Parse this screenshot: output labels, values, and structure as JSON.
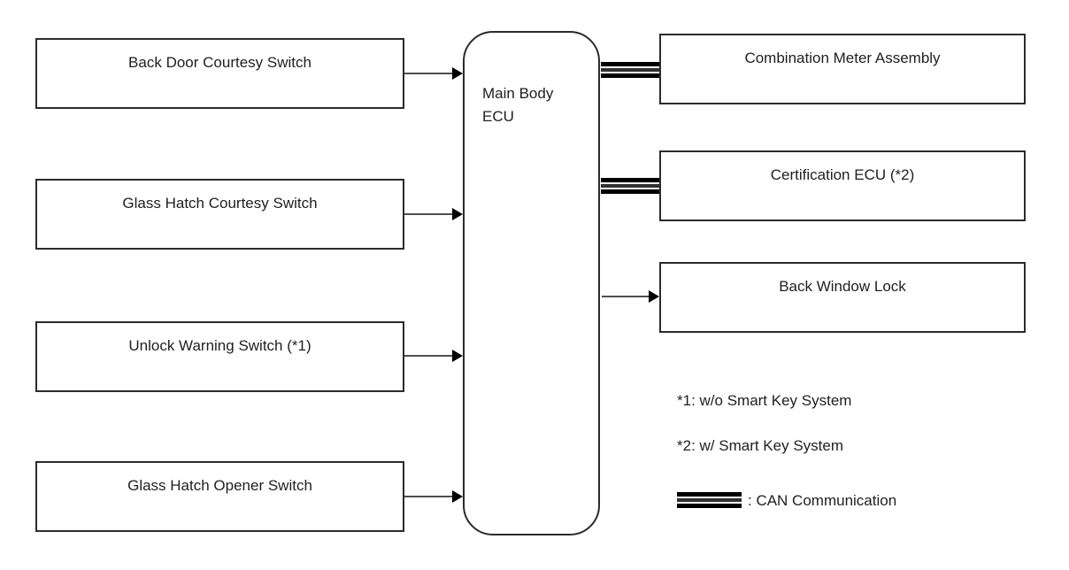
{
  "diagram": {
    "main_ecu": {
      "label": "Main Body ECU"
    },
    "inputs": [
      {
        "label": "Back Door Courtesy Switch"
      },
      {
        "label": "Glass Hatch Courtesy Switch"
      },
      {
        "label": "Unlock Warning Switch (*1)"
      },
      {
        "label": "Glass Hatch Opener Switch"
      }
    ],
    "outputs": [
      {
        "label": "Combination Meter Assembly",
        "connection": "CAN"
      },
      {
        "label": "Certification ECU (*2)",
        "connection": "CAN"
      },
      {
        "label": "Back Window Lock",
        "connection": "arrow"
      }
    ],
    "footnotes": [
      {
        "text": "*1: w/o Smart Key System"
      },
      {
        "text": "*2: w/ Smart Key System"
      }
    ],
    "legend": {
      "symbol": "can-communication-band",
      "text": ": CAN Communication"
    },
    "colors": {
      "background": "#ffffff",
      "box_border": "#2b2b2b",
      "text": "#1f1f1f",
      "connector_line": "#4f4f4f",
      "arrowhead": "#000000",
      "can_band": "#000000"
    }
  }
}
